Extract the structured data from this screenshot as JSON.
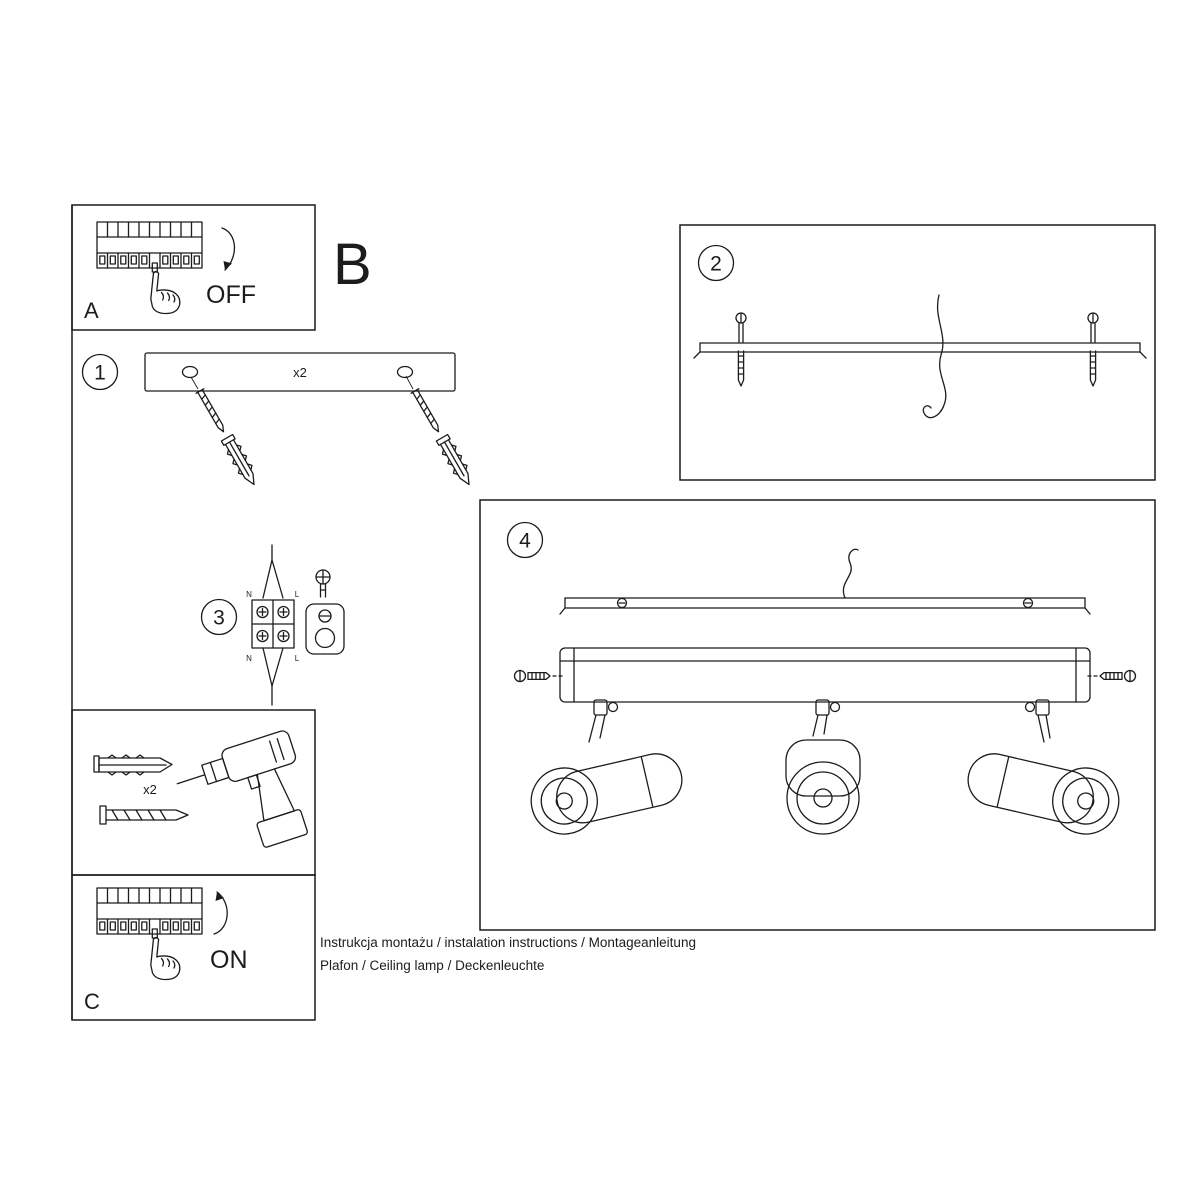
{
  "colors": {
    "ink": "#1c1c1c",
    "paper": "#ffffff",
    "brick_line": "#5a5a5a"
  },
  "panel_a": {
    "label": "A",
    "state": "OFF"
  },
  "panel_b": {
    "label": "B"
  },
  "panel_c": {
    "label": "C",
    "state": "ON"
  },
  "step_1": {
    "number": "1",
    "quantity": "x2"
  },
  "step_2": {
    "number": "2"
  },
  "step_3": {
    "number": "3",
    "terminal": {
      "top_left": "N",
      "top_right": "L",
      "bottom_left": "N",
      "bottom_right": "L"
    }
  },
  "step_4": {
    "number": "4"
  },
  "hardware": {
    "quantity": "x2"
  },
  "footer": {
    "line_1": "Instrukcja montażu / instalation instructions / Montageanleitung",
    "line_2": "Plafon / Ceiling lamp / Deckenleuchte"
  }
}
